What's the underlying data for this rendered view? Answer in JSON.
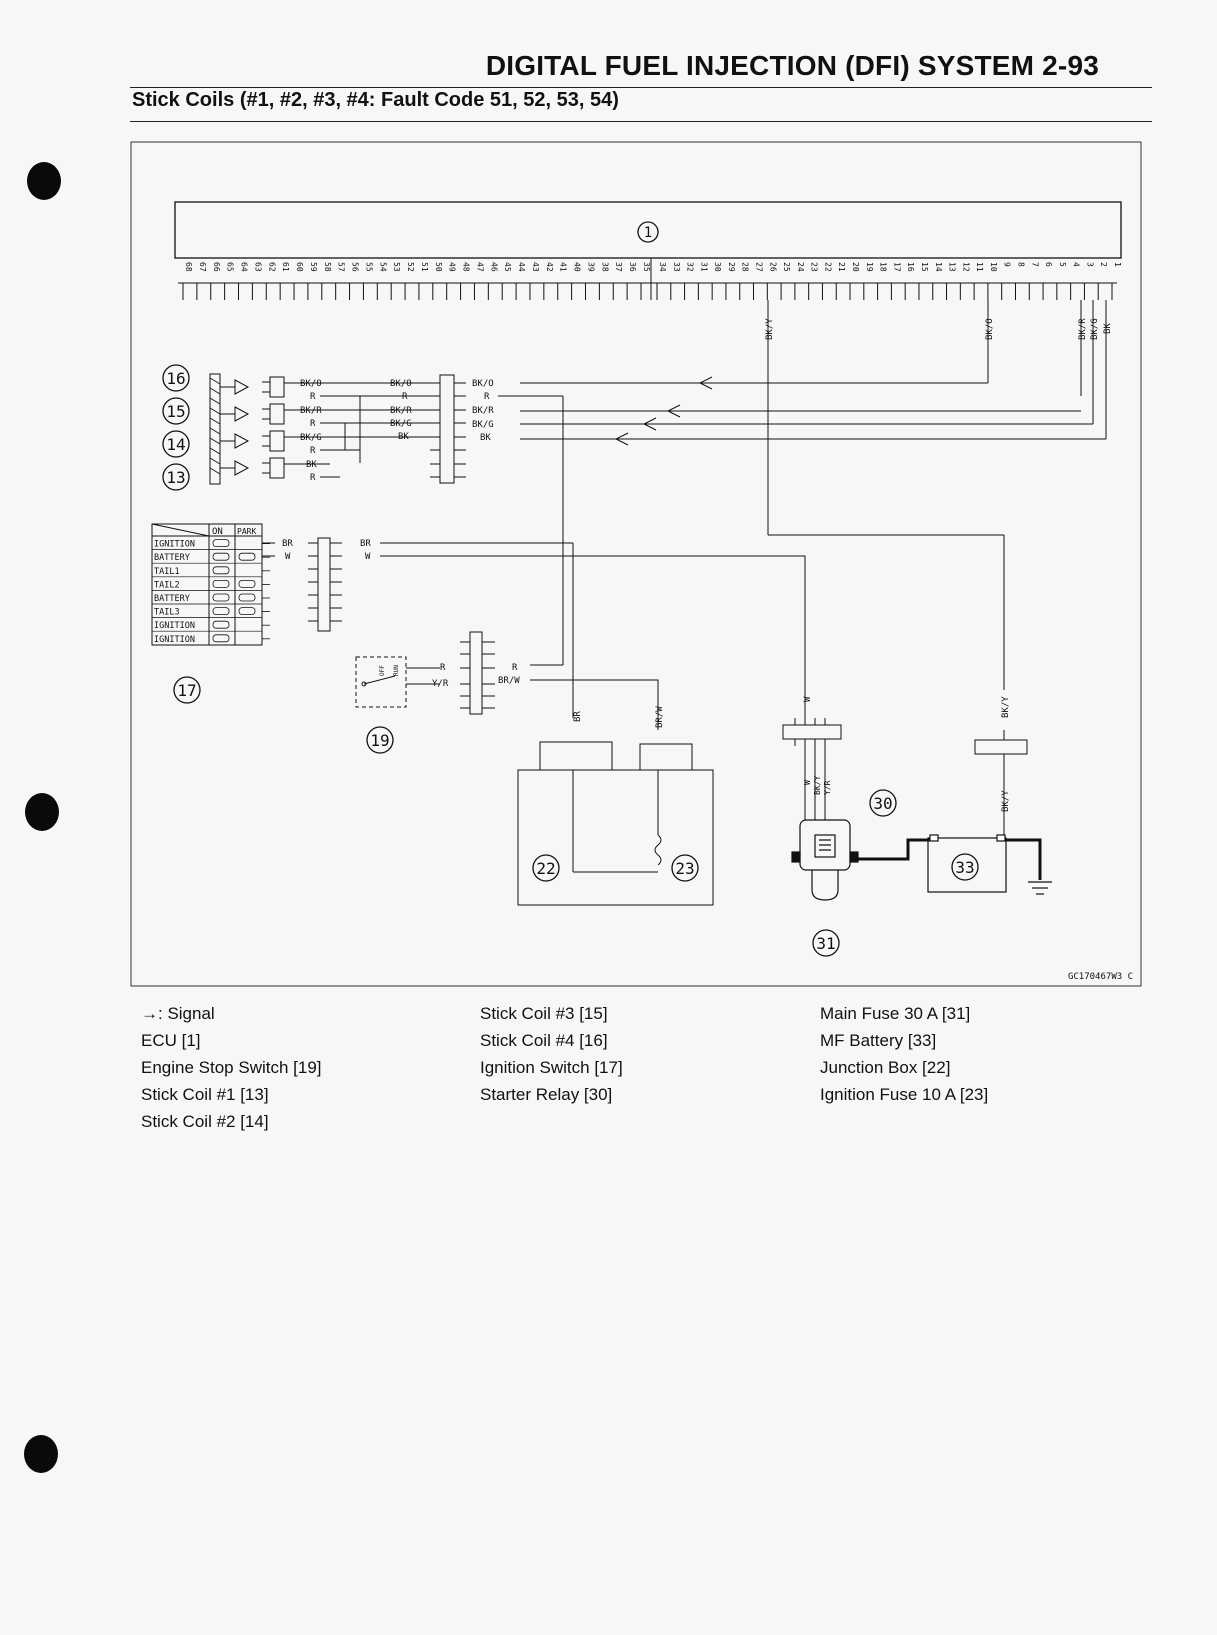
{
  "header": {
    "section_title": "DIGITAL FUEL INJECTION (DFI) SYSTEM 2-93",
    "subtitle": "Stick Coils (#1, #2, #3, #4: Fault Code 51, 52, 53, 54)"
  },
  "diagram": {
    "ecu_ref": "1",
    "ecu_pins_left": [
      "68",
      "67",
      "66",
      "65",
      "64",
      "63",
      "62",
      "61",
      "60",
      "59",
      "58",
      "57",
      "56",
      "55",
      "54",
      "53",
      "52",
      "51",
      "50",
      "49",
      "48",
      "47",
      "46",
      "45",
      "44",
      "43",
      "42",
      "41",
      "40",
      "39",
      "38",
      "37",
      "36",
      "35"
    ],
    "ecu_pins_right": [
      "34",
      "33",
      "32",
      "31",
      "30",
      "29",
      "28",
      "27",
      "26",
      "25",
      "24",
      "23",
      "22",
      "21",
      "20",
      "19",
      "18",
      "17",
      "16",
      "15",
      "14",
      "13",
      "12",
      "11",
      "10",
      "9",
      "8",
      "7",
      "6",
      "5",
      "4",
      "3",
      "2",
      "1"
    ],
    "ecu_wire_labels": [
      "BK/Y",
      "BK/O",
      "BK/R",
      "BK/G",
      "BK"
    ],
    "coil_refs": [
      "16",
      "15",
      "14",
      "13"
    ],
    "coil_wires_a": [
      "BK/O",
      "R",
      "BK/R",
      "R",
      "BK/G",
      "R",
      "BK",
      "R"
    ],
    "coil_wires_b": [
      "BK/O",
      "R",
      "BK/R",
      "BK/G",
      "BK"
    ],
    "coil_wires_c": [
      "BK/O",
      "R",
      "BK/R",
      "BK/G",
      "BK"
    ],
    "ignition_switch_header": [
      "ON",
      "PARK"
    ],
    "ignition_switch_rows": [
      "IGNITION",
      "BATTERY",
      "TAIL1",
      "TAIL2",
      "BATTERY",
      "TAIL3",
      "IGNITION",
      "IGNITION"
    ],
    "ignition_switch_ref": "17",
    "ign_wires_a": [
      "BR",
      "W"
    ],
    "ign_wires_b": [
      "BR",
      "W"
    ],
    "stop_switch_ref": "19",
    "stop_switch_marks": [
      "OFF",
      "RUN"
    ],
    "stop_wires_a": [
      "R",
      "Y/R"
    ],
    "stop_wires_b": [
      "R",
      "BR/W"
    ],
    "junction_wires": [
      "BR",
      "BR/W"
    ],
    "junction_box_ref": "22",
    "ignition_fuse_ref": "23",
    "relay_wires_top": [
      "W"
    ],
    "relay_wires_bottom": [
      "W",
      "BK/Y",
      "Y/R"
    ],
    "relay_ref": "30",
    "fuse_ref": "31",
    "battery_ref": "33",
    "battery_wires": [
      "BK/Y",
      "BK/Y"
    ],
    "figure_code": "GC170467W3 C"
  },
  "legend": {
    "col1": [
      "→: Signal",
      "ECU [1]",
      "Engine Stop Switch [19]",
      "Stick Coil #1 [13]",
      "Stick Coil #2 [14]"
    ],
    "col2": [
      "Stick Coil #3 [15]",
      "Stick Coil #4 [16]",
      "Ignition Switch [17]",
      "Starter Relay [30]"
    ],
    "col3": [
      "Main Fuse 30 A [31]",
      "MF Battery [33]",
      "Junction Box [22]",
      "Ignition Fuse 10 A [23]"
    ]
  }
}
